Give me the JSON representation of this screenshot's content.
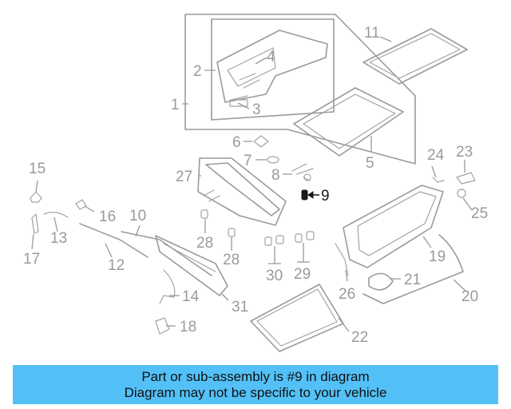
{
  "diagram": {
    "highlighted_part": "9",
    "accent_color": "#1a1a1a",
    "line_color": "#9a9a9a",
    "callouts": [
      "1",
      "2",
      "3",
      "4",
      "5",
      "6",
      "7",
      "8",
      "9",
      "10",
      "11",
      "12",
      "13",
      "14",
      "15",
      "16",
      "17",
      "18",
      "19",
      "20",
      "21",
      "22",
      "23",
      "24",
      "25",
      "26",
      "27",
      "28",
      "28",
      "29",
      "30",
      "31"
    ]
  },
  "caption": {
    "line1": "Part or sub-assembly is #9 in diagram",
    "line2": "Diagram may not be specific to your vehicle",
    "background": "#53c1f7"
  }
}
